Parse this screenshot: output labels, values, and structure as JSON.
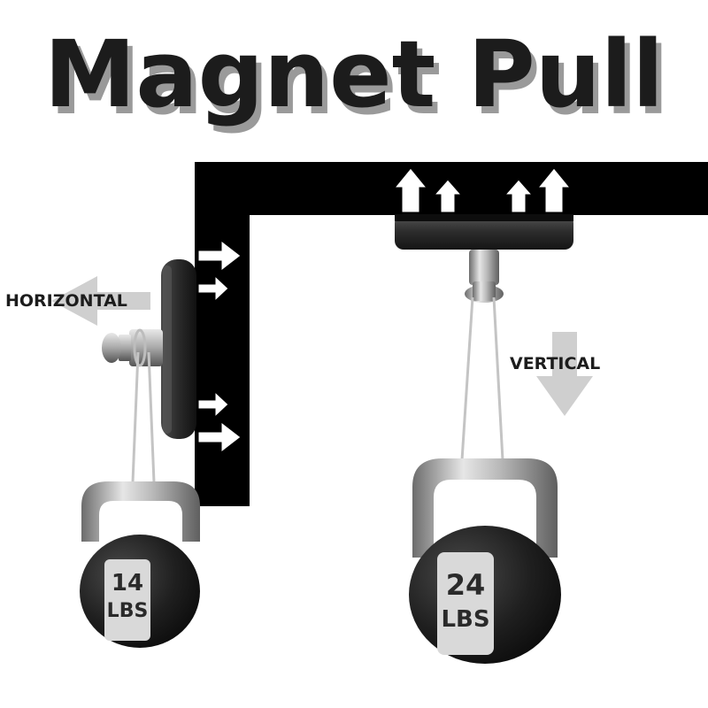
{
  "title": "Magnet Pull",
  "labels": {
    "horizontal": "HORIZONTAL",
    "vertical": "VERTICAL"
  },
  "kettlebells": {
    "left": {
      "weight": "14",
      "unit": "LBS"
    },
    "right": {
      "weight": "24",
      "unit": "LBS"
    }
  },
  "colors": {
    "wall": "#000000",
    "text": "#1c1c1c",
    "title_shadow": "#9a9a9a",
    "magnet": "#2a2a2a",
    "arrow_outline": "#000000",
    "direction_arrow": "#cfcfcf",
    "plate": "#d9d9d9"
  }
}
